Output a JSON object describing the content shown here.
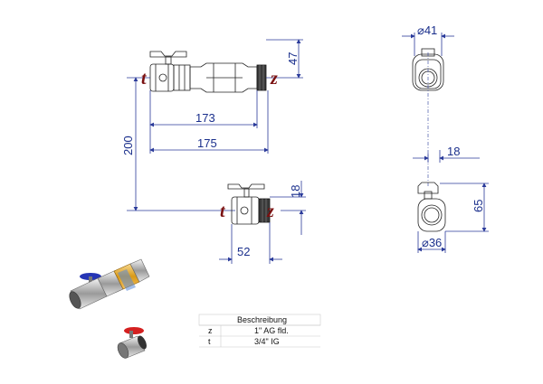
{
  "dimensions": {
    "d41": "⌀41",
    "h47": "47",
    "w173": "173",
    "w175": "175",
    "v200": "200",
    "w18top": "18",
    "h18": "18",
    "w52": "52",
    "h65": "65",
    "d36": "⌀36"
  },
  "markers": {
    "t_upper": "t",
    "z_upper": "z",
    "t_lower": "t",
    "z_lower": "z"
  },
  "table": {
    "header": "Beschreibung",
    "rows": [
      {
        "key": "z",
        "value": "1\" AG fld."
      },
      {
        "key": "t",
        "value": "3/4\" IG"
      }
    ]
  },
  "colors": {
    "dimension": "#1a2f8c",
    "marker": "#7a1010",
    "handle_blue": "#2535b5",
    "handle_red": "#d42020",
    "brass": "#e0a020"
  }
}
